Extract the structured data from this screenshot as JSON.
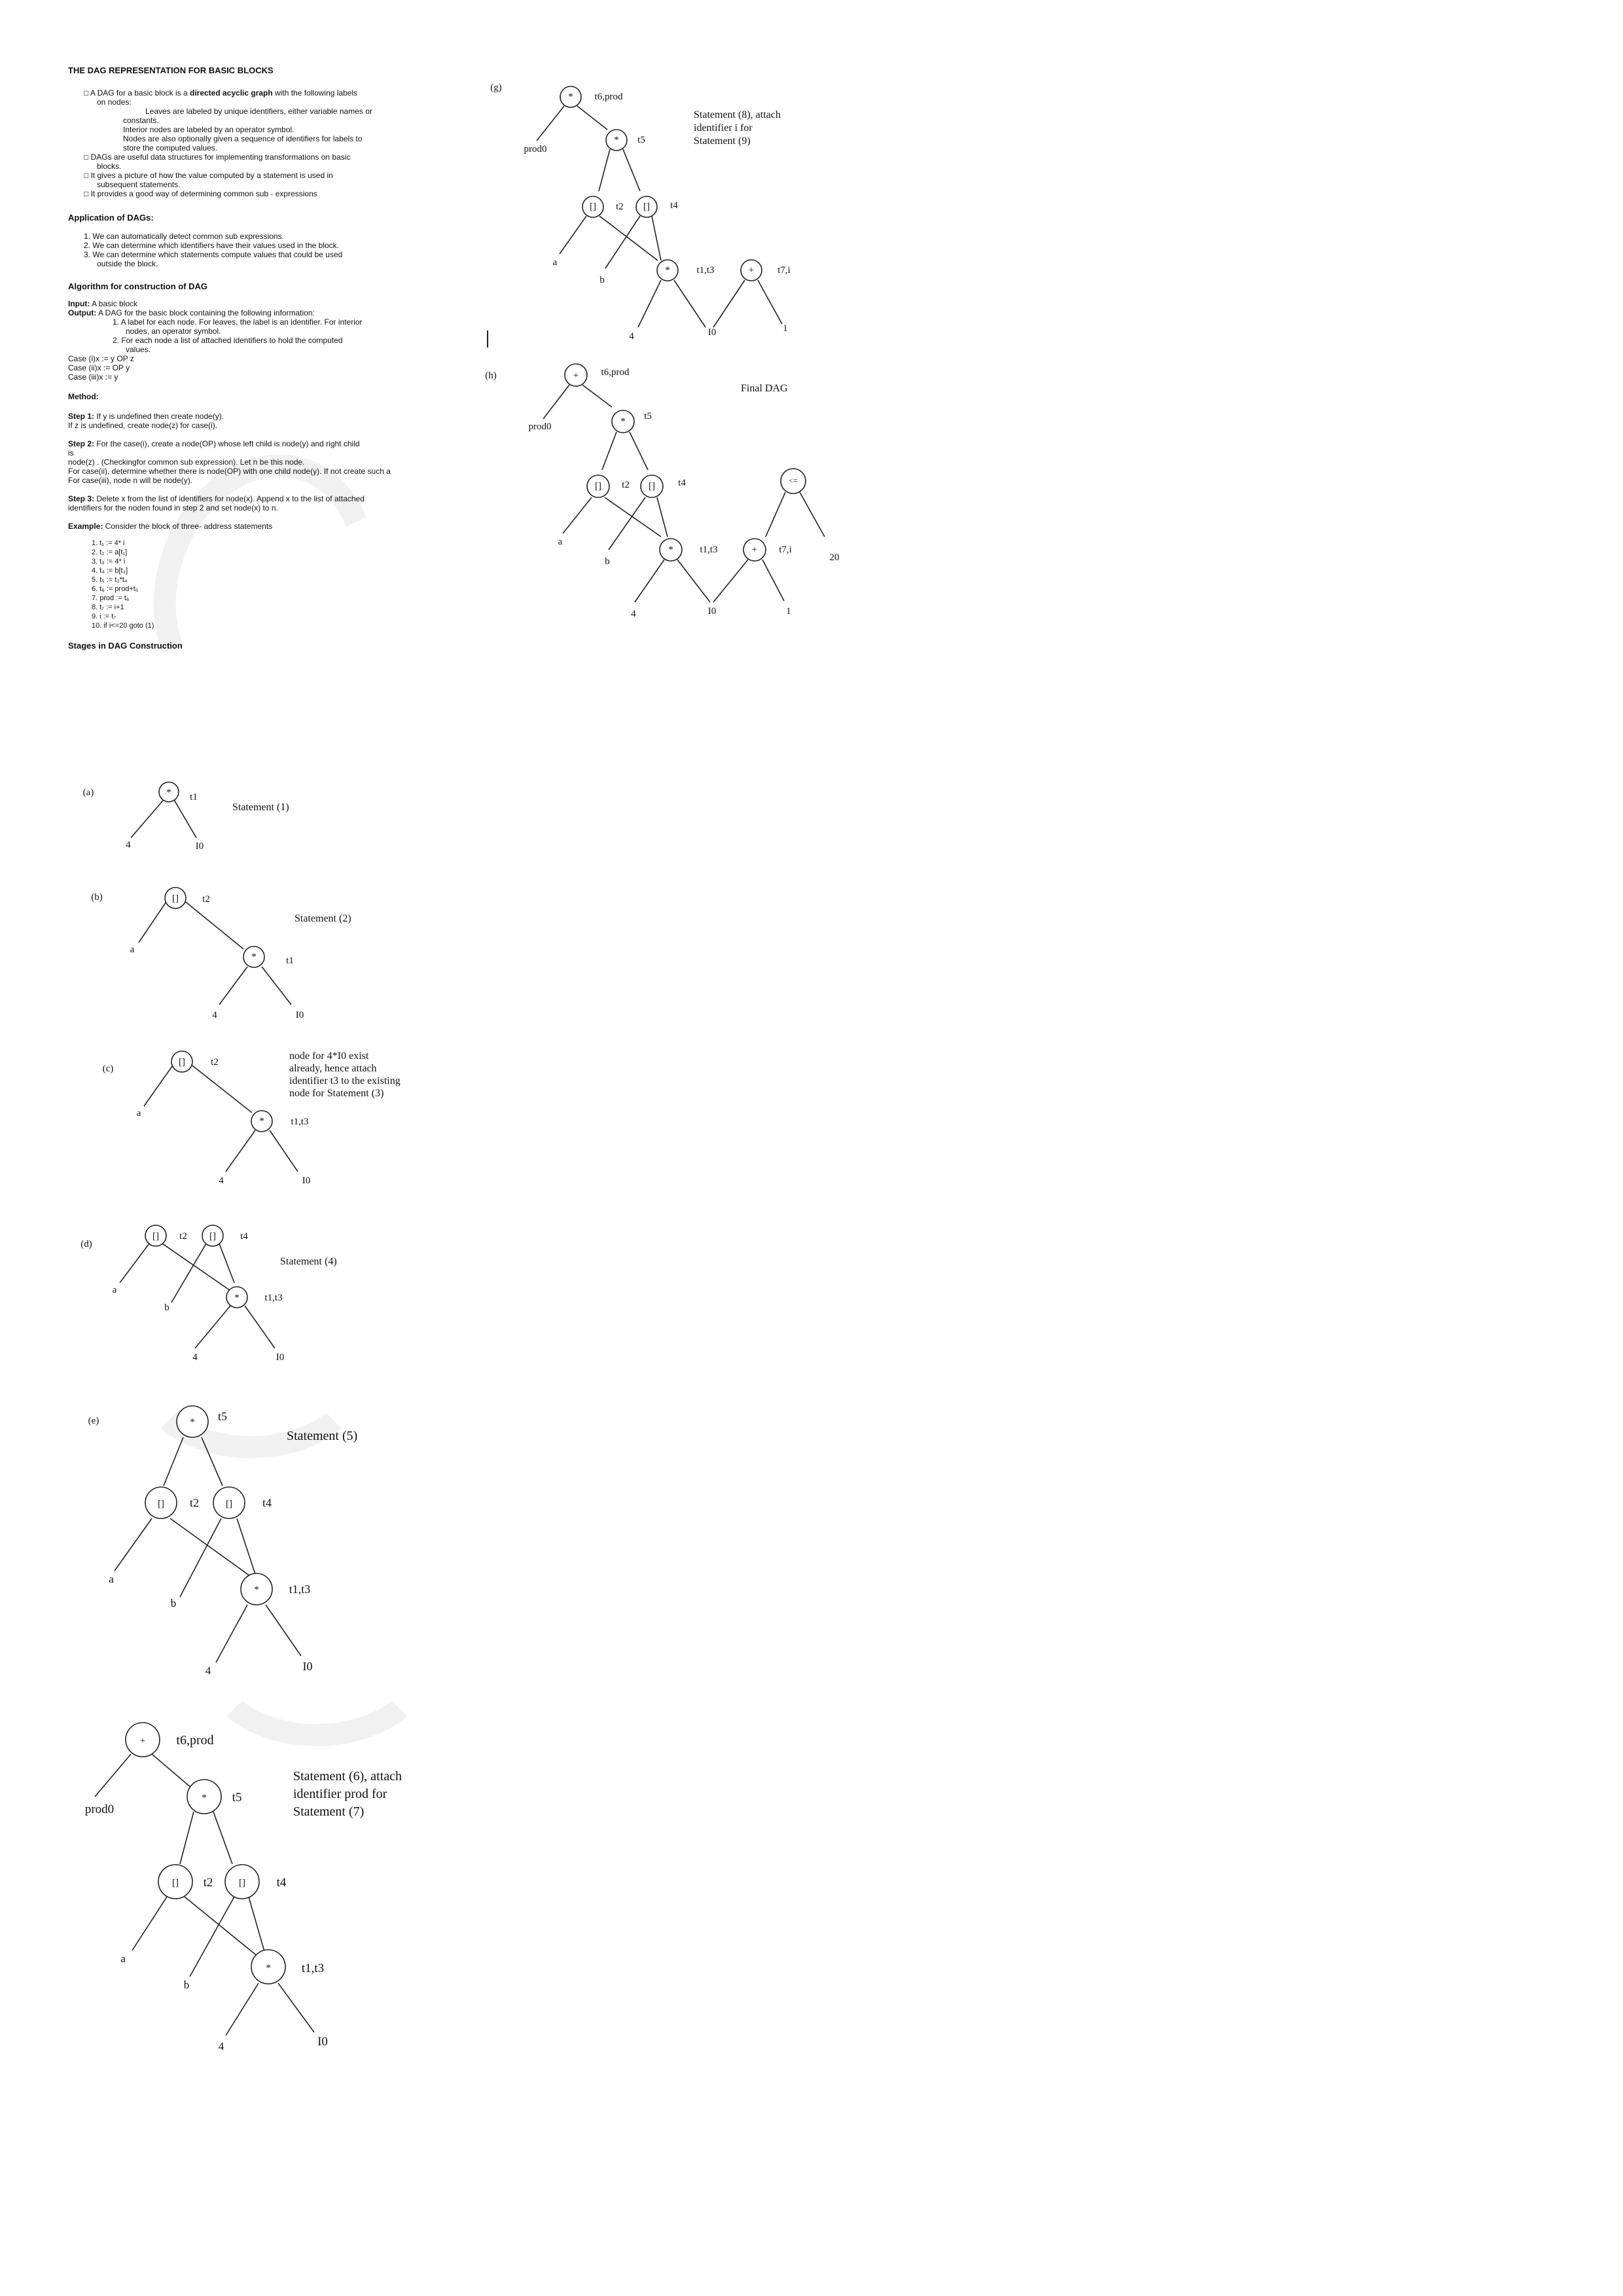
{
  "title": "THE DAG REPRESENTATION FOR BASIC BLOCKS",
  "intro": {
    "bullet1_pre": "A DAG for a basic block is a ",
    "bullet1_bold": "directed acyclic graph",
    "bullet1_post": " with the following labels",
    "bullet1_line2": "on nodes:",
    "sub1": "Leaves are labeled by unique identifiers, either variable names or",
    "sub1b": "constants.",
    "sub2": "Interior nodes are labeled by an operator symbol.",
    "sub3": "Nodes are also optionally given a sequence of identifiers for labels to",
    "sub3b": "store the computed values.",
    "bullet2": "DAGs are useful data structures for implementing transformations on basic",
    "bullet2b": "blocks.",
    "bullet3": "It gives a picture of how the value computed by a statement is used in",
    "bullet3b": "subsequent statements.",
    "bullet4": "It provides a good way of determining common sub - expressions"
  },
  "applications": {
    "heading": "Application of DAGs:",
    "items": [
      "1.  We can automatically detect common sub expressions.",
      "2.  We can determine which identifiers have their values used in the block.",
      "3.  We can determine which statements compute values that could be used",
      "outside the block."
    ]
  },
  "algorithm": {
    "heading": "Algorithm for construction of DAG",
    "input_label": "Input:",
    "input_text": " A basic block",
    "output_label": "Output:",
    "output_text": " A DAG for the basic block containing the following information:",
    "out1": "1.  A label for each node. For leaves, the label is an identifier. For interior",
    "out1b": "nodes, an operator symbol.",
    "out2": "2.  For each node a list of attached identifiers to hold the computed",
    "out2b": "values.",
    "case1": "Case (i)x := y OP z",
    "case2": "Case (ii)x := OP y",
    "case3": "Case (iii)x := y",
    "method": "Method:",
    "step1_label": "Step 1:",
    "step1": " If y is undefined then create node(y).",
    "step1b": "If z is undefined, create node(z) for case(i).",
    "step2_label": "Step 2:",
    "step2": " For the case(i), create a node(OP) whose left child is node(y) and right child",
    "step2b": "is",
    "step2c": "node(z) . (Checkingfor common sub expression). Let n be this node.",
    "step2d": "For case(ii), determine whether there is node(OP) with one child node(y). If not create such a",
    "step2e": "For case(iii), node n will be node(y).",
    "step3_label": "Step 3:",
    "step3": " Delete x from the list of identifiers for node(x). Append x to the list of attached",
    "step3b": "identifiers for the noden found in step 2 and set node(x) to n.",
    "example_label": "Example:",
    "example": " Consider the block of three- address statements"
  },
  "statements": [
    "1.  t₁ := 4* i",
    "2.  t₂ := a[t₁]",
    "3.  t₃ := 4* i",
    "4.  t₄ := b[t₃]",
    "5.  t₅ := t₂*t₄",
    "6.  t₆ := prod+t₅",
    "7.  prod := t₆",
    "8.  t₇ := i+1",
    "9.  i := t₇",
    "10. if i<=20 goto (1)"
  ],
  "stages_heading": "Stages in DAG Construction",
  "labels": {
    "a": "(a)",
    "b": "(b)",
    "c": "(c)",
    "d": "(d)",
    "e": "(e)",
    "g": "(g)",
    "h": "(h)",
    "stmt1": "Statement (1)",
    "stmt2": "Statement (2)",
    "c_note": [
      "node for 4*I0 exist",
      "already, hence attach",
      "identifier t3 to the existing",
      "node for Statement (3)"
    ],
    "stmt4": "Statement (4)",
    "stmt5": "Statement (5)",
    "f_note": [
      "Statement (6), attach",
      "identifier prod for",
      "Statement (7)"
    ],
    "g_note": [
      "Statement (8), attach",
      "identifier i for",
      "Statement (9)"
    ],
    "final": "Final DAG"
  },
  "tree_text": {
    "mul": "*",
    "plus": "+",
    "idx": "[]",
    "le": "<=",
    "t1": "t1",
    "t2": "t2",
    "t4": "t4",
    "t5": "t5",
    "t1t3": "t1,t3",
    "t6prod": "t6,prod",
    "t7i": "t7,i",
    "leaf4": "4",
    "leafI0": "I0",
    "leafa": "a",
    "leafb": "b",
    "prod0": "prod0",
    "one": "1",
    "twenty": "20"
  },
  "separator": "|"
}
